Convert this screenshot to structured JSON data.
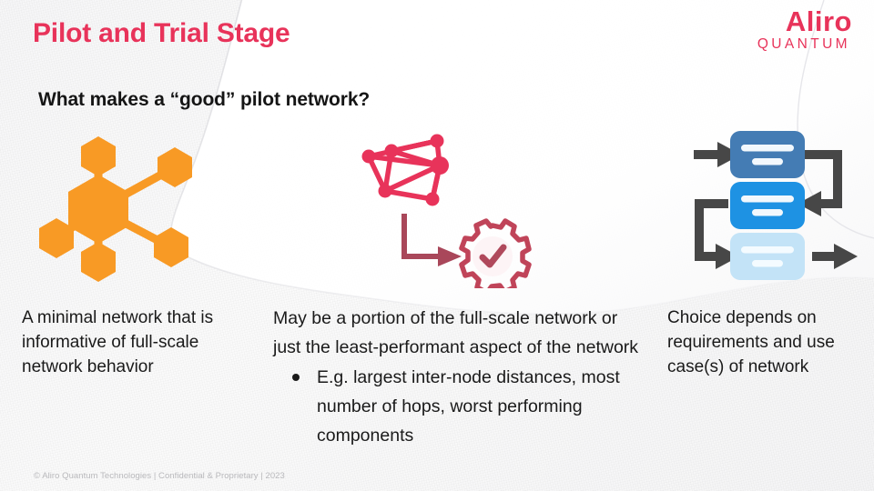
{
  "slide": {
    "title": "Pilot and Trial Stage",
    "subtitle": "What makes a “good” pilot network?",
    "footer": "© Aliro Quantum Technologies  | Confidential & Proprietary | 2023"
  },
  "logo": {
    "word": "Aliro",
    "subword": "QUANTUM"
  },
  "columns": {
    "left": {
      "text": "A minimal network that is informative of full-scale network behavior"
    },
    "middle": {
      "lead": "May be a portion of the full-scale network or just the least-performant aspect of the network",
      "bullets": [
        "E.g. largest inter-node distances, most number of hops, worst performing components"
      ]
    },
    "right": {
      "text": "Choice depends on requirements and use case(s) of network"
    }
  },
  "graphics": {
    "left": {
      "name": "hexagon-node-network-icon",
      "description": "Orange hexagonal node network with one central hub and five leaf nodes"
    },
    "middle": {
      "name": "topology-to-gear-check-icon",
      "description": "Crimson mesh topology graph with arrow pointing to a gear containing a checkmark"
    },
    "right": {
      "name": "flowchart-process-icon",
      "description": "Three stacked blue process blocks connected by dark gray zigzag arrows"
    }
  },
  "colors": {
    "brand_crimson": "#E8335A",
    "accent_orange": "#F89A25",
    "flow_blue_dark": "#447CB4",
    "flow_blue_mid": "#1E92E3",
    "flow_blue_light": "#C3E3F7",
    "flow_arrow_gray": "#474747",
    "body_text": "#1a1a1a",
    "footer_text": "#b9b9bc"
  }
}
